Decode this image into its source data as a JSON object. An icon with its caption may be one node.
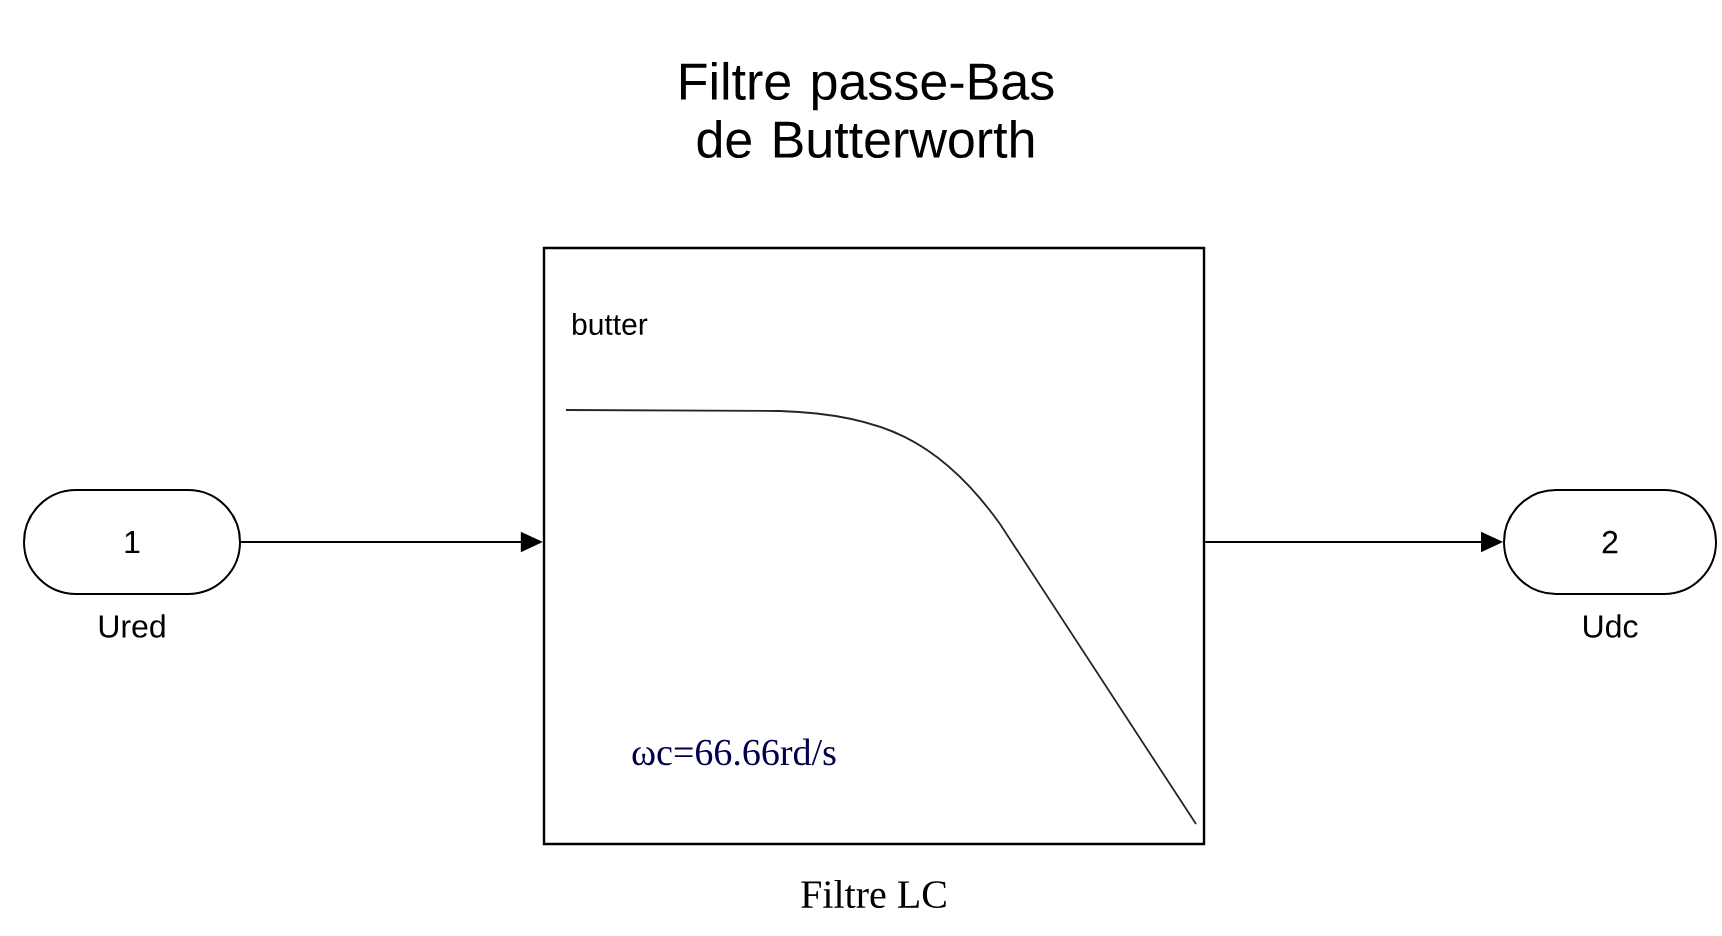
{
  "diagram": {
    "title": "Filtre passe-Bas de Butterworth",
    "nodes": [
      {
        "text": [
          "1"
        ],
        "beside": [
          "Ured"
        ]
      },
      {
        "text": [
          "butter",
          "ωc=66.66rd/s"
        ],
        "beside": [
          "Filtre LC"
        ]
      },
      {
        "text": [
          "2"
        ],
        "beside": [
          "Udc"
        ]
      }
    ],
    "edges": [
      {
        "from": 0,
        "to": 1,
        "arrow": "to"
      },
      {
        "from": 1,
        "to": 2,
        "arrow": "to"
      }
    ]
  }
}
